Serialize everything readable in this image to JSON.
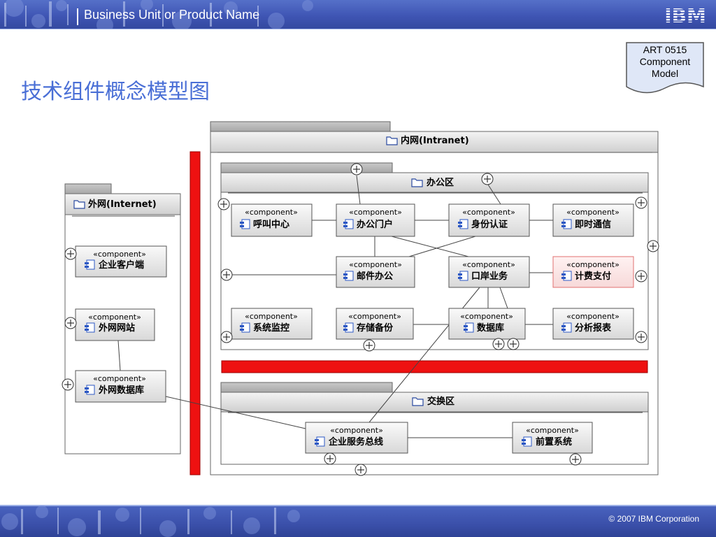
{
  "header": {
    "business_unit": "Business Unit or Product Name",
    "logo_text": "IBM"
  },
  "footer": {
    "copyright": "© 2007 IBM Corporation"
  },
  "title": "技术组件概念模型图",
  "art_tag": {
    "line1": "ART 0515",
    "line2": "Component",
    "line3": "Model"
  },
  "packages": {
    "intranet": "内网(Intranet)",
    "office": "办公区",
    "internet": "外网(Internet)",
    "exchange": "交换区"
  },
  "stereotype": "«component»",
  "components": {
    "call_center": "呼叫中心",
    "office_portal": "办公门户",
    "identity_auth": "身份认证",
    "instant_msg": "即时通信",
    "mail_office": "邮件办公",
    "port_business": "口岸业务",
    "billing_payment": "计费支付",
    "system_monitor": "系统监控",
    "storage_backup": "存储备份",
    "database": "数据库",
    "analysis_report": "分析报表",
    "enterprise_client": "企业客户端",
    "external_website": "外网网站",
    "external_database": "外网数据库",
    "enterprise_bus": "企业服务总线",
    "front_system": "前置系统"
  },
  "colors": {
    "banner": "#3f55b4",
    "title": "#4a6fd6",
    "firewall": "#ee1111",
    "highlight_fill": "#fde6e6",
    "highlight_border": "#e07070"
  }
}
